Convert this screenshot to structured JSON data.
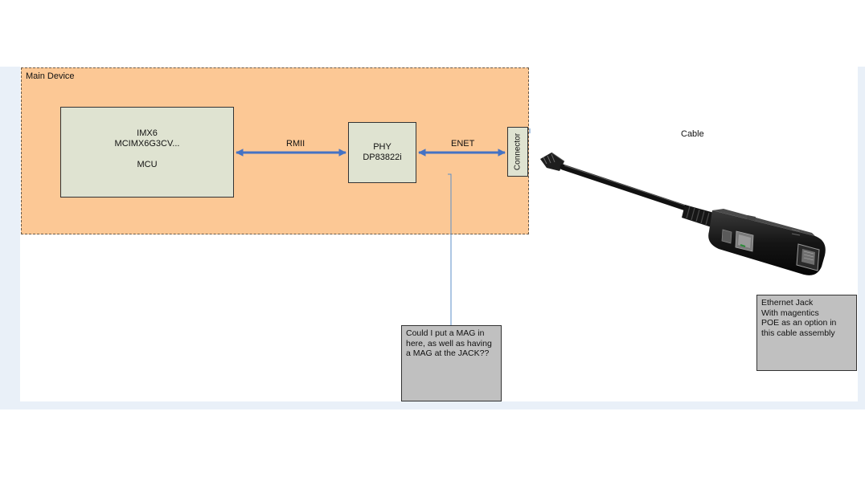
{
  "diagram": {
    "main_device_label": "Main Device",
    "mcu": {
      "line1": "IMX6",
      "line2": "MCIMX6G3CV...",
      "line3": "MCU"
    },
    "phy": {
      "line1": "PHY",
      "line2": "DP83822i"
    },
    "connector_label": "Connector",
    "links": {
      "rmii": "RMII",
      "enet": "ENET"
    },
    "cable_label": "Cable",
    "notes": {
      "mag_question": [
        "Could I put a MAG in",
        "here, as well as having",
        "a MAG at the JACK??"
      ],
      "jack_note": [
        "Ethernet Jack",
        "With magentics",
        "POE as an option in",
        "this cable assembly"
      ]
    },
    "colors": {
      "container_fill": "#fcc895",
      "block_fill": "#dfe3d1",
      "note_fill": "#c0c0c0",
      "arrow": "#4472c4",
      "callout_line": "#5b8fc9"
    }
  }
}
